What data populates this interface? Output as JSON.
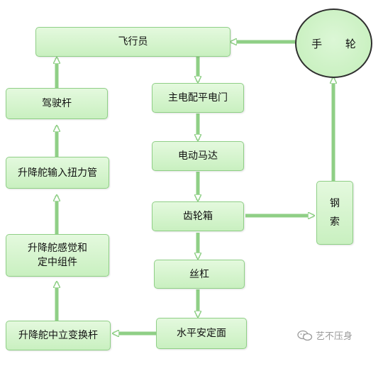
{
  "nodes": {
    "pilot": "飞行员",
    "stick": "驾驶杆",
    "elevator_input_torque_tube": "升降舵输入扭力管",
    "elevator_feel_and_centering": "升降舵感觉和\n定中组件",
    "elevator_neutral_shift_rod": "升降舵中立变换杆",
    "main_trim_switch": "主电配平电门",
    "motor": "电动马达",
    "gearbox": "齿轮箱",
    "jackscrew": "丝杠",
    "stabilizer": "水平安定面",
    "cable": "钢\n索",
    "hand_wheel": "手 轮"
  },
  "watermark": "艺不压身",
  "colors": {
    "box_fill": "#c9f0c0",
    "box_border": "#8fcf86",
    "arrow": "#8fcf86"
  }
}
